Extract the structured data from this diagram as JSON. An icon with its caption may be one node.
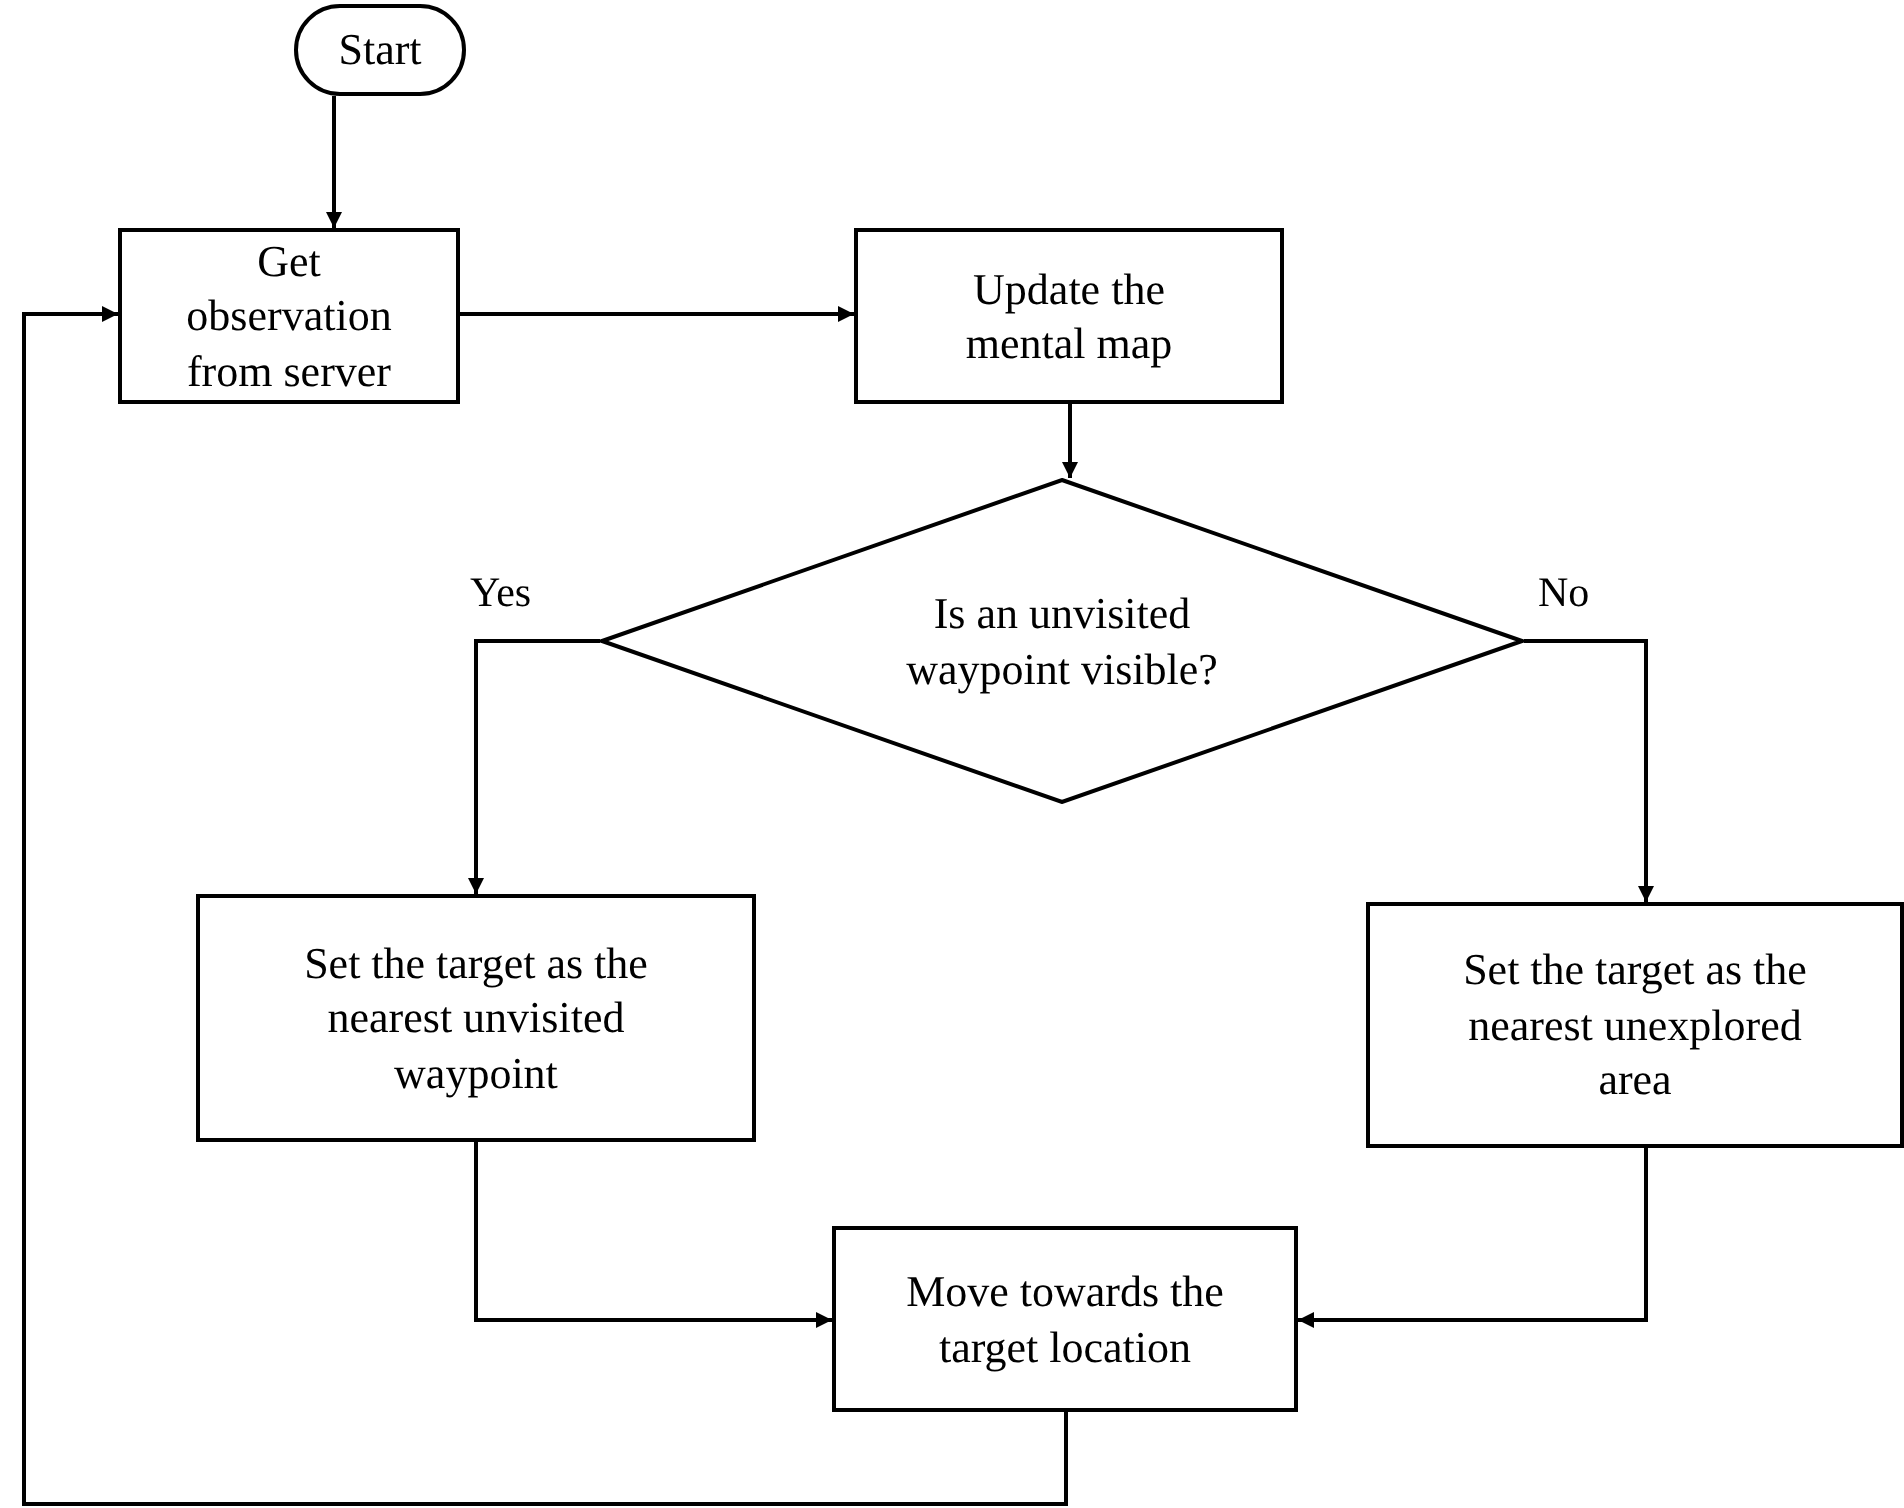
{
  "diagram": {
    "nodes": [
      {
        "text": [
          "Start"
        ]
      },
      {
        "text": [
          "Get observation from server"
        ]
      },
      {
        "text": [
          "Update the mental map"
        ]
      },
      {
        "text": [
          "Is an unvisited waypoint visible?"
        ]
      },
      {
        "text": [
          "Set the target as the nearest unvisited waypoint"
        ]
      },
      {
        "text": [
          "Set the target as the nearest unexplored area"
        ]
      },
      {
        "text": [
          "Move towards the target location"
        ]
      }
    ],
    "edges": [
      {
        "from": 0,
        "to": 1,
        "arrow": "to"
      },
      {
        "from": 1,
        "to": 2,
        "arrow": "to"
      },
      {
        "from": 2,
        "to": 3,
        "arrow": "to"
      },
      {
        "from": 3,
        "to": 4,
        "arrow": "to",
        "label": "Yes"
      },
      {
        "from": 3,
        "to": 5,
        "arrow": "to",
        "label": "No"
      },
      {
        "from": 4,
        "to": 6,
        "arrow": "to"
      },
      {
        "from": 5,
        "to": 6,
        "arrow": "to"
      },
      {
        "from": 6,
        "to": 1,
        "arrow": "to"
      }
    ]
  }
}
